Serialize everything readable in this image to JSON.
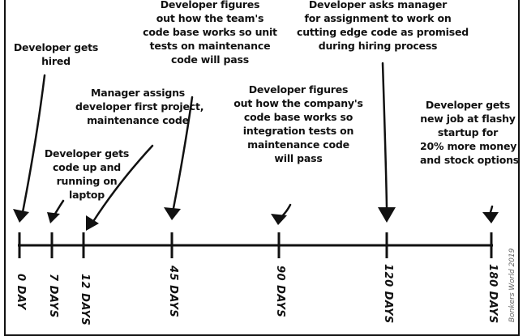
{
  "notes": {
    "hired": "Developer gets\nhired",
    "first_project": "Manager assigns\ndeveloper first project,\nmaintenance code",
    "code_up": "Developer gets\ncode up and\nrunning on\nlaptop",
    "team_code": "Developer figures\nout how the team's\ncode base works so unit\ntests on maintenance\ncode will pass",
    "company_code": "Developer figures\nout how the company's\ncode base works so\nintegration tests on\nmaintenance code\nwill pass",
    "cutting_edge": "Developer asks manager\nfor assignment to work on\ncutting edge code as promised\nduring hiring process",
    "new_job": "Developer gets\nnew job at flashy\nstartup for\n20% more money\nand stock options"
  },
  "ticks": [
    {
      "label": "0 DAY"
    },
    {
      "label": "7 DAYS"
    },
    {
      "label": "12 DAYS"
    },
    {
      "label": "45 DAYS"
    },
    {
      "label": "90 DAYS"
    },
    {
      "label": "120 DAYS"
    },
    {
      "label": "180 DAYS"
    }
  ],
  "signature": "Bonkers World 2019",
  "colors": {
    "ink": "#111111",
    "background": "#ffffff"
  }
}
